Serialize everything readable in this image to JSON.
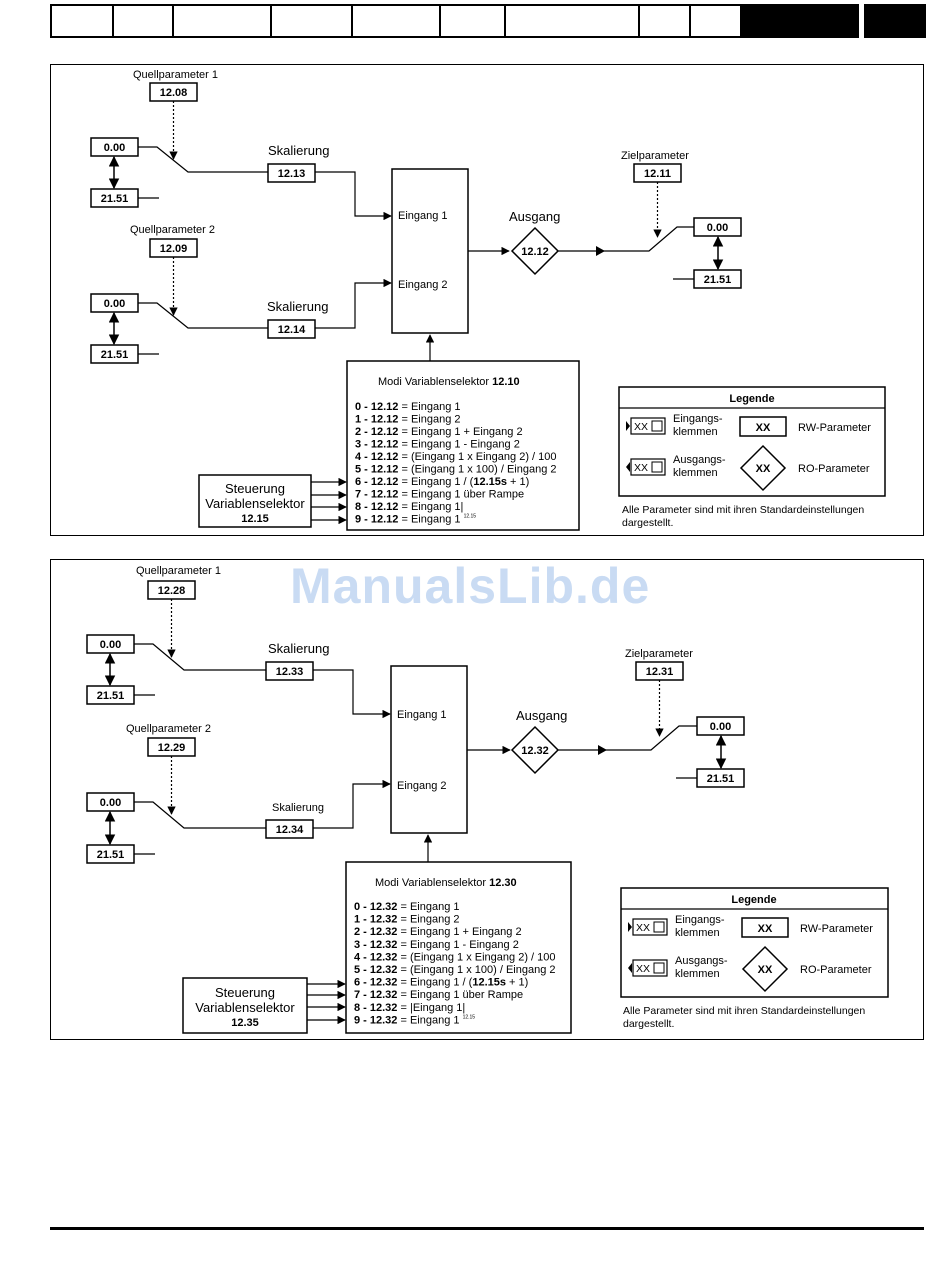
{
  "diagram1": {
    "source1_title": "Quellparameter 1",
    "source1_param": "12.08",
    "input1_value": "0.00",
    "input1_limit": "21.51",
    "scaling1_label": "Skalierung",
    "scaling1_param": "12.13",
    "source2_title": "Quellparameter 2",
    "source2_param": "12.09",
    "input2_value": "0.00",
    "input2_limit": "21.51",
    "scaling2_label": "Skalierung",
    "scaling2_param": "12.14",
    "block_input1": "Eingang 1",
    "block_input2": "Eingang 2",
    "output_label": "Ausgang",
    "output_param": "12.12",
    "dest_title": "Zielparameter",
    "dest_param": "12.11",
    "dest_value": "0.00",
    "dest_limit": "21.51",
    "mode_title": "Modi Variablenselektor ",
    "mode_title_param": "12.10",
    "modes": [
      {
        "pre": "0 - 12.12",
        "post": " = Eingang 1"
      },
      {
        "pre": "1 - 12.12",
        "post": " = Eingang  2"
      },
      {
        "pre": "2 - 12.12",
        "post": " = Eingang 1 + Eingang 2"
      },
      {
        "pre": "3 - 12.12",
        "post": " = Eingang 1 - Eingang 2"
      },
      {
        "pre": "4 - 12.12",
        "post": " = (Eingang 1 x Eingang 2) / 100"
      },
      {
        "pre": "5 - 12.12",
        "post": " = (Eingang 1 x 100) / Eingang 2"
      },
      {
        "pre": "6 - 12.12",
        "post": " = Eingang 1 / (",
        "bold2": "12.15s",
        "post2": " + 1)"
      },
      {
        "pre": "7 - 12.12",
        "post": " = Eingang 1 über Rampe"
      },
      {
        "pre": "8 - 12.12",
        "post": " = Eingang 1|"
      },
      {
        "pre": "9 - 12.12",
        "post": " = Eingang 1 ",
        "sup": "12.15"
      }
    ],
    "control_line1": "Steuerung",
    "control_line2": "Variablenselektor",
    "control_param": "12.15",
    "legend": {
      "title": "Legende",
      "io_symbol": "XX",
      "input_line1": "Eingangs-",
      "input_line2": "klemmen",
      "output_line1": "Ausgangs-",
      "output_line2": "klemmen",
      "rw_symbol": "XX",
      "rw_label": "RW-Parameter",
      "ro_symbol": "XX",
      "ro_label": "RO-Parameter"
    },
    "note_line1": "Alle Parameter sind mit ihren Standardeinstellungen",
    "note_line2": "dargestellt."
  },
  "diagram2": {
    "source1_title": "Quellparameter 1",
    "source1_param": "12.28",
    "input1_value": "0.00",
    "input1_limit": "21.51",
    "scaling1_label": "Skalierung",
    "scaling1_param": "12.33",
    "source2_title": "Quellparameter 2",
    "source2_param": "12.29",
    "input2_value": "0.00",
    "input2_limit": "21.51",
    "scaling2_label": "Skalierung",
    "scaling2_param": "12.34",
    "block_input1": "Eingang 1",
    "block_input2": "Eingang 2",
    "output_label": "Ausgang",
    "output_param": "12.32",
    "dest_title": "Zielparameter",
    "dest_param": "12.31",
    "dest_value": "0.00",
    "dest_limit": "21.51",
    "mode_title": "Modi Variablenselektor ",
    "mode_title_param": "12.30",
    "modes": [
      {
        "pre": "0 - 12.32",
        "post": " = Eingang 1"
      },
      {
        "pre": "1 - 12.32",
        "post": " = Eingang 2"
      },
      {
        "pre": "2 - 12.32",
        "post": " = Eingang 1 + Eingang 2"
      },
      {
        "pre": "3 - 12.32",
        "post": " = Eingang 1 - Eingang 2"
      },
      {
        "pre": "4 - 12.32",
        "post": " = (Eingang 1 x Eingang 2) / 100"
      },
      {
        "pre": "5 - 12.32",
        "post": " = (Eingang 1 x 100) / Eingang 2"
      },
      {
        "pre": "6 - 12.32",
        "post": " = Eingang 1 / (",
        "bold2": "12.15s",
        "post2": " + 1)"
      },
      {
        "pre": "7 - 12.32",
        "post": " = Eingang 1 über Rampe"
      },
      {
        "pre": "8 - 12.32",
        "post": " = |Eingang 1|"
      },
      {
        "pre": "9 - 12.32",
        "post": " = Eingang 1 ",
        "sup": "12.15"
      }
    ],
    "control_line1": "Steuerung",
    "control_line2": "Variablenselektor",
    "control_param": "12.35",
    "legend": {
      "title": "Legende",
      "io_symbol": "XX",
      "input_line1": "Eingangs-",
      "input_line2": "klemmen",
      "output_line1": "Ausgangs-",
      "output_line2": "klemmen",
      "rw_symbol": "XX",
      "rw_label": "RW-Parameter",
      "ro_symbol": "XX",
      "ro_label": "RO-Parameter"
    },
    "note_line1": "Alle Parameter sind mit ihren Standardeinstellungen",
    "note_line2": "dargestellt."
  },
  "watermark": "ManualsLib.de"
}
